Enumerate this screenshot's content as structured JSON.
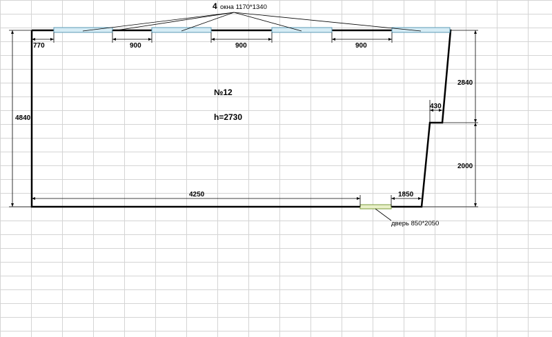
{
  "callout": {
    "count": "4",
    "text": "окна 1170*1340"
  },
  "room": {
    "number": "№12",
    "height": "h=2730"
  },
  "door": {
    "label": "дверь 850*2050"
  },
  "dimensions": {
    "top_offset": "770",
    "gap_1": "900",
    "gap_2": "900",
    "gap_3": "900",
    "left_height": "4840",
    "bottom_length": "4250",
    "bottom_right": "1850",
    "right_upper": "2840",
    "right_lower": "2000",
    "step_width": "430"
  },
  "colors": {
    "grid": "#d4d4d4",
    "wall": "#000000",
    "window_fill": "#d6ecf5",
    "window_stroke": "#5a9ab5",
    "door_fill": "#e8f0c8",
    "door_stroke": "#7a9a3a"
  }
}
